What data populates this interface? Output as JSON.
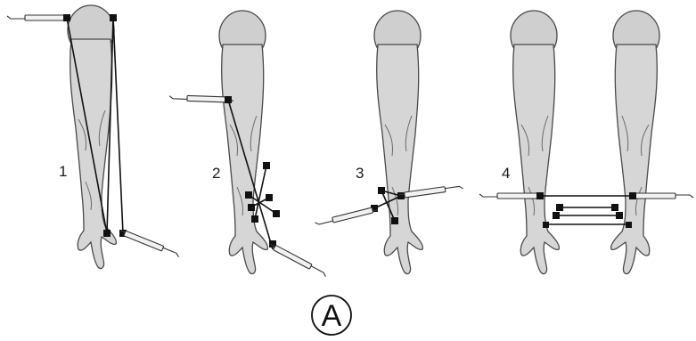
{
  "panels": [
    {
      "label": "1"
    },
    {
      "label": "2"
    },
    {
      "label": "3"
    },
    {
      "label": "4"
    }
  ],
  "caption": {
    "letter": "A"
  },
  "colors": {
    "arm_fill": "#d6d6d6",
    "outline": "#4a4a4a",
    "line": "#111111"
  }
}
